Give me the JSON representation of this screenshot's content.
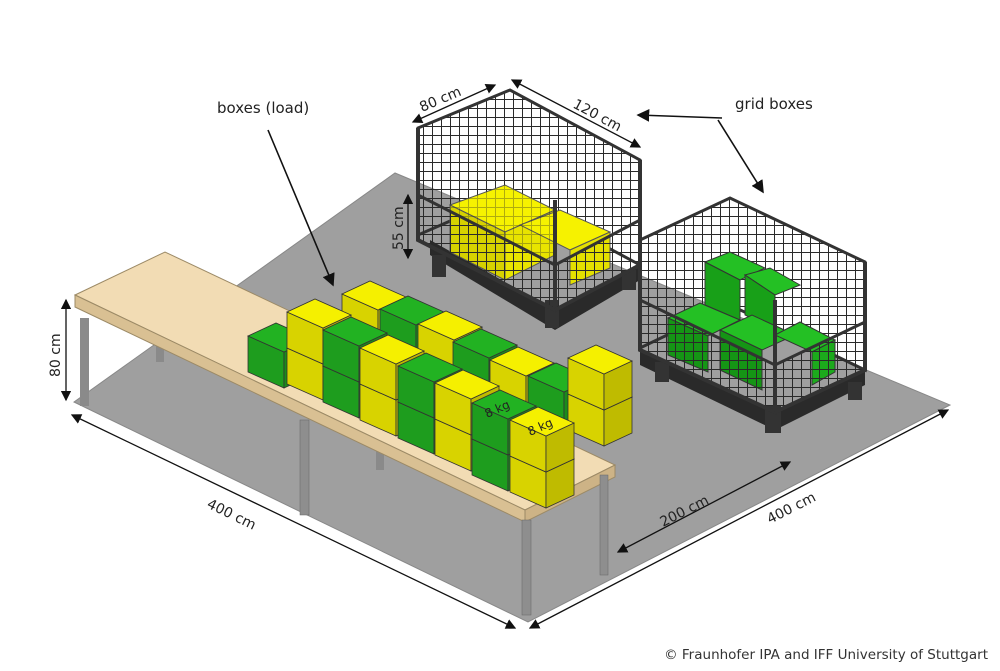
{
  "labels": {
    "boxes_load": "boxes (load)",
    "grid_boxes": "grid boxes",
    "grid_width": "80 cm",
    "grid_length": "120 cm",
    "grid_height": "55 cm",
    "table_height": "80 cm",
    "floor_left": "400 cm",
    "floor_right": "400 cm",
    "table_gap": "200 cm",
    "weight_1": "8 kg",
    "weight_2": "8 kg"
  },
  "credit": "© Fraunhofer IPA and IFF University of Stuttgart",
  "colors": {
    "floor": "#a0a0a0",
    "table_top": "#f2dcb4",
    "box_yellow": "#f5f000",
    "box_green": "#22b222",
    "grid_frame": "#3a3a3a"
  }
}
